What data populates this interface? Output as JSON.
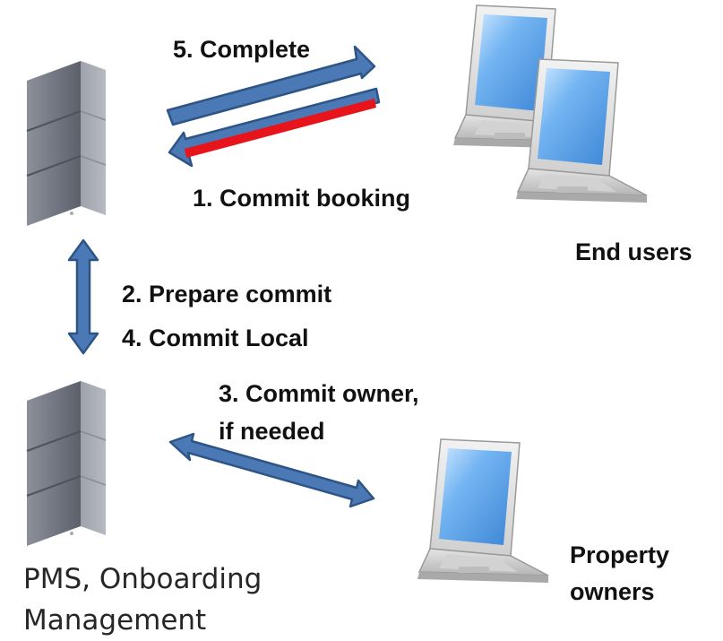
{
  "labels": {
    "step5": "5. Complete",
    "step1": "1. Commit booking",
    "step2": "2. Prepare commit",
    "step4": "4. Commit Local",
    "step3_line1": "3. Commit owner,",
    "step3_line2": "if needed",
    "end_users": "End users",
    "property_owners_line1": "Property",
    "property_owners_line2": "owners",
    "pms_line1": "PMS, Onboarding",
    "pms_line2": "Management"
  },
  "colors": {
    "arrow_blue": "#4A79B5",
    "arrow_outline": "#2E5486",
    "arrow_red": "#E8141B",
    "server_body": "#6F737D",
    "laptop_screen": "#5FA4E8"
  },
  "icons": {
    "servers": [
      "server-icon",
      "server-icon"
    ],
    "laptops": [
      "laptop-icon",
      "laptop-icon",
      "laptop-icon"
    ]
  }
}
